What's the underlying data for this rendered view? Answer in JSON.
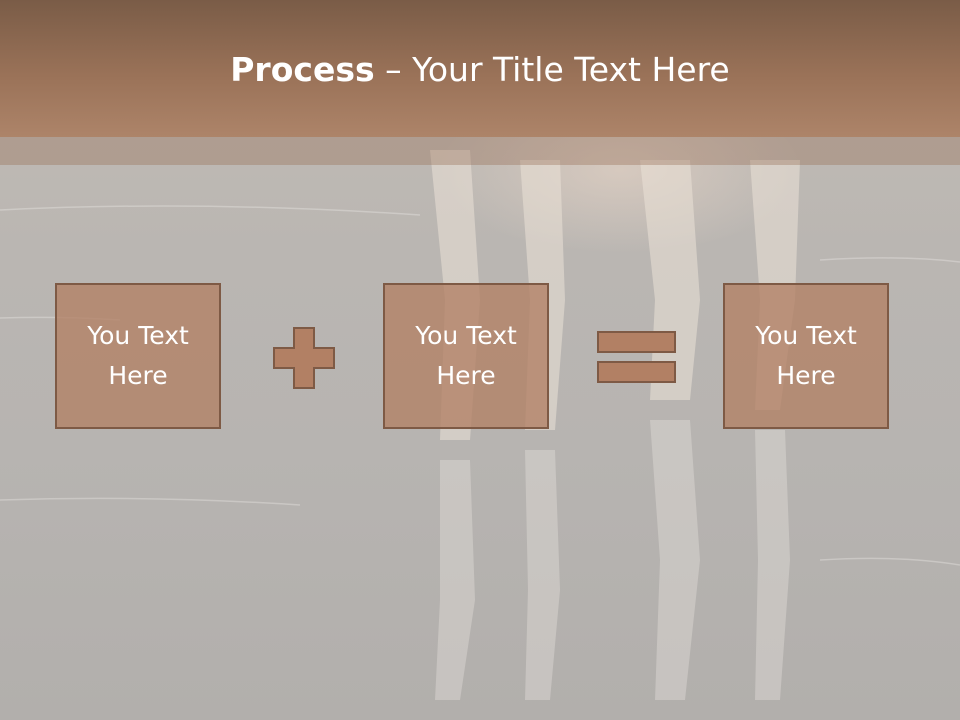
{
  "header": {
    "title_bold": "Process",
    "title_rest": " – Your Title Text Here"
  },
  "process": {
    "box1": "You Text Here",
    "box2": "You Text Here",
    "box3": "You Text Here",
    "operator1_icon": "plus-icon",
    "operator2_icon": "equals-icon"
  },
  "colors": {
    "header": "#9a7258",
    "box_fill": "#b28064",
    "box_border": "#7e5a45"
  }
}
